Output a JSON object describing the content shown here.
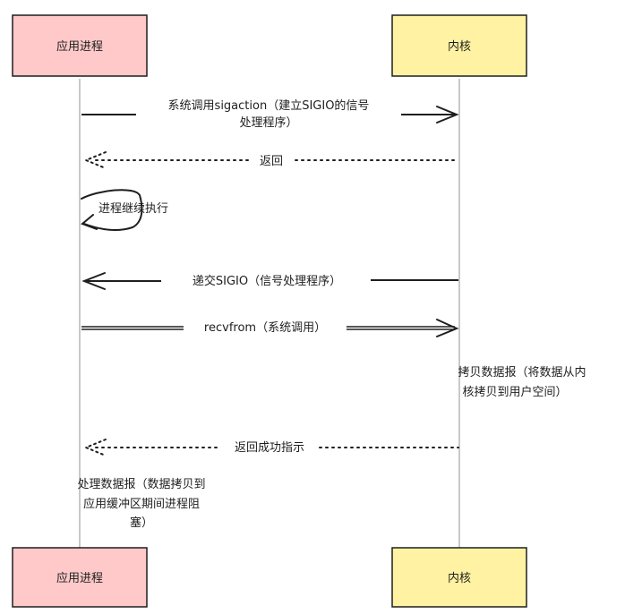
{
  "participants": {
    "app": {
      "label": "应用进程",
      "fill": "#ffc9c9"
    },
    "kernel": {
      "label": "内核",
      "fill": "#fff3a3"
    }
  },
  "messages": {
    "sigaction": [
      "系统调用sigaction（建立SIGIO的信号",
      "处理程序）"
    ],
    "return1": "返回",
    "continue": "进程继续执行",
    "deliver": "递交SIGIO（信号处理程序）",
    "recvfrom": "recvfrom（系统调用）",
    "copy": [
      "拷贝数据报（将数据从内",
      "核拷贝到用户空间）"
    ],
    "return2": "返回成功指示",
    "process": [
      "处理数据报（数据拷贝到",
      "应用缓冲区期间进程阻",
      "塞）"
    ]
  },
  "colors": {
    "stroke": "#1e1e1e",
    "lifeline": "#a5a5a5"
  }
}
